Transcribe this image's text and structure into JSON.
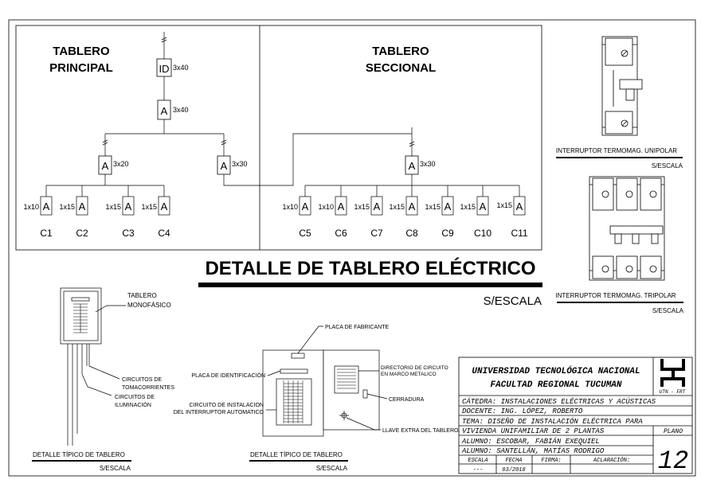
{
  "titles": {
    "principal_line1": "TABLERO",
    "principal_line2": "PRINCIPAL",
    "seccional_line1": "TABLERO",
    "seccional_line2": "SECCIONAL",
    "main": "DETALLE DE TABLERO ELÉCTRICO",
    "main_scale": "S/ESCALA"
  },
  "principal": {
    "id_box": "ID",
    "id_rating": "3x40",
    "main_breaker": "A",
    "main_rating": "3x40",
    "branch_left_rating": "3x20",
    "branch_right_rating": "3x30",
    "circuits": [
      {
        "breaker": "A",
        "rating": "1x10",
        "label": "C1"
      },
      {
        "breaker": "A",
        "rating": "1x15",
        "label": "C2"
      },
      {
        "breaker": "A",
        "rating": "1x15",
        "label": "C3"
      },
      {
        "breaker": "A",
        "rating": "1x15",
        "label": "C4"
      }
    ]
  },
  "seccional": {
    "main_breaker": "A",
    "main_rating": "3x30",
    "circuits": [
      {
        "breaker": "A",
        "rating": "1x10",
        "label": "C5"
      },
      {
        "breaker": "A",
        "rating": "1x10",
        "label": "C6"
      },
      {
        "breaker": "A",
        "rating": "1x15",
        "label": "C7"
      },
      {
        "breaker": "A",
        "rating": "1x15",
        "label": "C8"
      },
      {
        "breaker": "A",
        "rating": "1x15",
        "label": "C9"
      },
      {
        "breaker": "A",
        "rating": "1x15",
        "label": "C10"
      },
      {
        "breaker": "A",
        "rating": "1x15",
        "label": "C11"
      }
    ]
  },
  "devices": {
    "unipolar_caption": "INTERRUPTOR TERMOMAG. UNIPOLAR",
    "unipolar_scale": "S/ESCALA",
    "tripolar_caption": "INTERRUPTOR TERMOMAG. TRIPOLAR",
    "tripolar_scale": "S/ESCALA"
  },
  "detail1": {
    "label_board_1": "TABLERO",
    "label_board_2": "MONOFÁSICO",
    "label_outlets_1": "CIRCUITOS DE",
    "label_outlets_2": "TOMACORRIENTES",
    "label_lighting_1": "CIRCUITOS DE",
    "label_lighting_2": "ILUMINACIÓN",
    "caption": "DETALLE TÍPICO DE TABLERO",
    "scale": "S/ESCALA"
  },
  "detail2": {
    "maker_plate": "PLACA DE FABRICANTE",
    "id_plate": "PLACA DE IDENTIFICACIÓN",
    "directory_1": "DIRECTORIO DE CIRCUITO",
    "directory_2": "EN MARCO METALICO",
    "lock": "CERRADURA",
    "breaker_circuit_1": "CIRCUITO  DE INSTALACION",
    "breaker_circuit_2": "DEL INTERRUPTOR AUTOMATICO",
    "extra_key": "LLAVE EXTRA DEL TABLERO.",
    "caption": "DETALLE TÍPICO DE TABLERO",
    "scale": "S/ESCALA"
  },
  "title_block": {
    "university": "UNIVERSIDAD TECNOLÓGICA NACIONAL",
    "faculty": "FACULTAD REGIONAL TUCUMAN",
    "logo_text": "UTN - FRT",
    "catedra": "CÁTEDRA: INSTALACIONES ELÉCTRICAS Y ACÚSTICAS",
    "docente": "DOCENTE: ING. LÓPEZ, ROBERTO",
    "tema_1": "TEMA: DISEÑO DE INSTALACIÓN ELÉCTRICA PARA",
    "tema_2": "VIVIENDA UNIFAMILIAR DE 2 PLANTAS",
    "plano_label": "PLANO",
    "plano_number": "12",
    "alumno_1": "ALUMNO: ESCOBAR, FABIÁN EXEQUIEL",
    "alumno_2": "ALUMNO: SANTELLÁN, MATÍAS RODRIGO",
    "escala_label": "ESCALA",
    "fecha_label": "FECHA",
    "firma_label": "FIRMA:",
    "aclaracion_label": "ACLARACIÓN:",
    "escala_value": "---",
    "fecha_value": "03/2018"
  }
}
